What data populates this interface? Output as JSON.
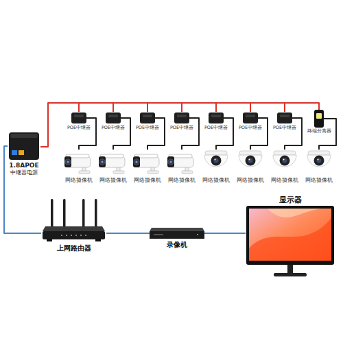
{
  "diagram": {
    "nodes": [
      {
        "text": [
          "1.8APOE",
          "中继器电源"
        ]
      },
      {
        "text": [
          "POE中继器"
        ]
      },
      {
        "text": [
          "POE中继器"
        ]
      },
      {
        "text": [
          "POE中继器"
        ]
      },
      {
        "text": [
          "POE中继器"
        ]
      },
      {
        "text": [
          "POE中继器"
        ]
      },
      {
        "text": [
          "POE中继器"
        ]
      },
      {
        "text": [
          "POE中继器"
        ]
      },
      {
        "text": [
          "终端分离器"
        ]
      },
      {
        "text": [
          "网络摄像机"
        ]
      },
      {
        "text": [
          "网络摄像机"
        ]
      },
      {
        "text": [
          "网络摄像机"
        ]
      },
      {
        "text": [
          "网络摄像机"
        ]
      },
      {
        "text": [
          "网络摄像机"
        ]
      },
      {
        "text": [
          "网络摄像机"
        ]
      },
      {
        "text": [
          "网络摄像机"
        ]
      },
      {
        "text": [
          "网络摄像机"
        ]
      },
      {
        "text": [
          "上网路由器"
        ]
      },
      {
        "text": [
          "录像机"
        ]
      },
      {
        "text": [
          "显示器"
        ]
      }
    ],
    "edges": [
      {
        "from": 0,
        "to": 1,
        "arrow": "none"
      },
      {
        "from": 1,
        "to": 2,
        "arrow": "none"
      },
      {
        "from": 2,
        "to": 3,
        "arrow": "none"
      },
      {
        "from": 3,
        "to": 4,
        "arrow": "none"
      },
      {
        "from": 4,
        "to": 5,
        "arrow": "none"
      },
      {
        "from": 5,
        "to": 6,
        "arrow": "none"
      },
      {
        "from": 6,
        "to": 7,
        "arrow": "none"
      },
      {
        "from": 7,
        "to": 8,
        "arrow": "none"
      },
      {
        "from": 1,
        "to": 9,
        "arrow": "none"
      },
      {
        "from": 2,
        "to": 10,
        "arrow": "none"
      },
      {
        "from": 3,
        "to": 11,
        "arrow": "none"
      },
      {
        "from": 4,
        "to": 12,
        "arrow": "none"
      },
      {
        "from": 5,
        "to": 13,
        "arrow": "none"
      },
      {
        "from": 6,
        "to": 14,
        "arrow": "none"
      },
      {
        "from": 7,
        "to": 15,
        "arrow": "none"
      },
      {
        "from": 8,
        "to": 16,
        "arrow": "none"
      },
      {
        "from": 0,
        "to": 17,
        "arrow": "none"
      },
      {
        "from": 17,
        "to": 18,
        "arrow": "none"
      },
      {
        "from": 18,
        "to": 19,
        "arrow": "none"
      }
    ]
  }
}
